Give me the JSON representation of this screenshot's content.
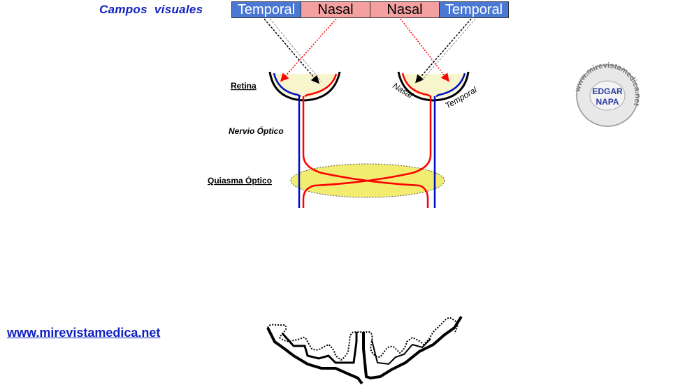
{
  "title": "Campos  visuales",
  "fields": [
    {
      "label": "Temporal",
      "kind": "temporal"
    },
    {
      "label": "Nasal",
      "kind": "nasal"
    },
    {
      "label": "Nasal",
      "kind": "nasal"
    },
    {
      "label": "Temporal",
      "kind": "temporal"
    }
  ],
  "labels": {
    "retina": "Retina",
    "nervio": "Nervio Óptico",
    "quiasma": "Quiasma Óptico",
    "nasal": "Nasal",
    "temporal": "Temporal"
  },
  "logo": {
    "ring_text": "www.mirevistamedica.net",
    "center_line1": "EDGAR",
    "center_line2": "NAPA"
  },
  "website": "www.mirevistamedica.net",
  "colors": {
    "temporal": "#4a78d4",
    "nasal": "#f4a0a0",
    "title": "#1020c0",
    "red_fiber": "#ff0000",
    "blue_fiber": "#0010c0",
    "chiasm_fill": "#f2ec70",
    "retina_fill": "#f8f4cc"
  }
}
